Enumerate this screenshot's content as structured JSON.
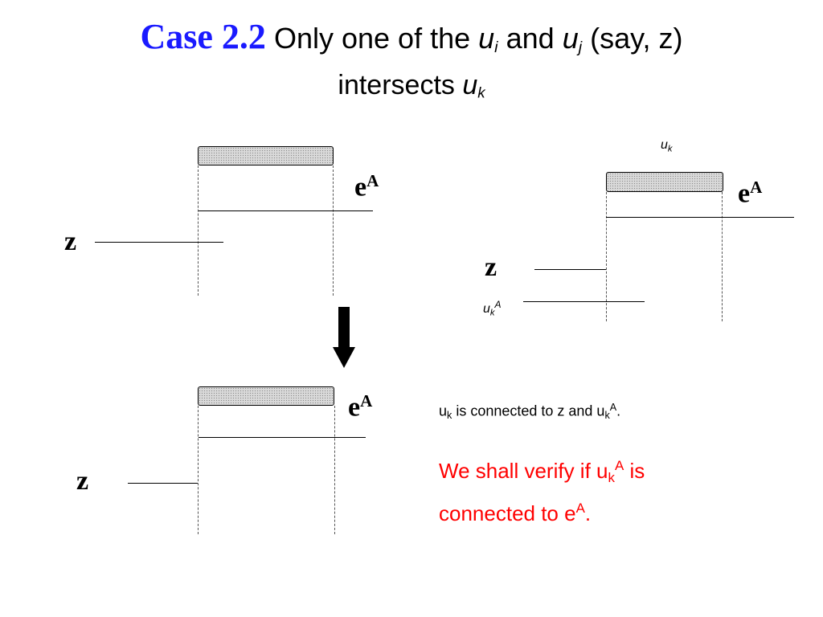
{
  "title": {
    "case_label": "Case 2.2",
    "part1": "Only one of the",
    "var_i": "u",
    "sub_i": "i",
    "and": "and",
    "var_j": "u",
    "sub_j": "j",
    "paren": "(say, z)",
    "line2": "intersects",
    "var_k": "u",
    "sub_k": "k"
  },
  "labels": {
    "e": "e",
    "A": "A",
    "z": "z",
    "u": "u",
    "k": "k"
  },
  "note": {
    "p1": "u",
    "p1_sub": "k",
    "p2": " is connected to z and u",
    "p2_sub": "k",
    "p2_sup": "A",
    "p3": "."
  },
  "verify": {
    "p1": "We shall verify if u",
    "p1_sub": "k",
    "p1_sup": "A",
    "p2": " is",
    "p3": "connected to e",
    "p3_sup": "A",
    "p4": "."
  },
  "colors": {
    "case_label": "#1a1aff",
    "verify_text": "#ff0000",
    "bar_fill": "#d9d9d9"
  }
}
